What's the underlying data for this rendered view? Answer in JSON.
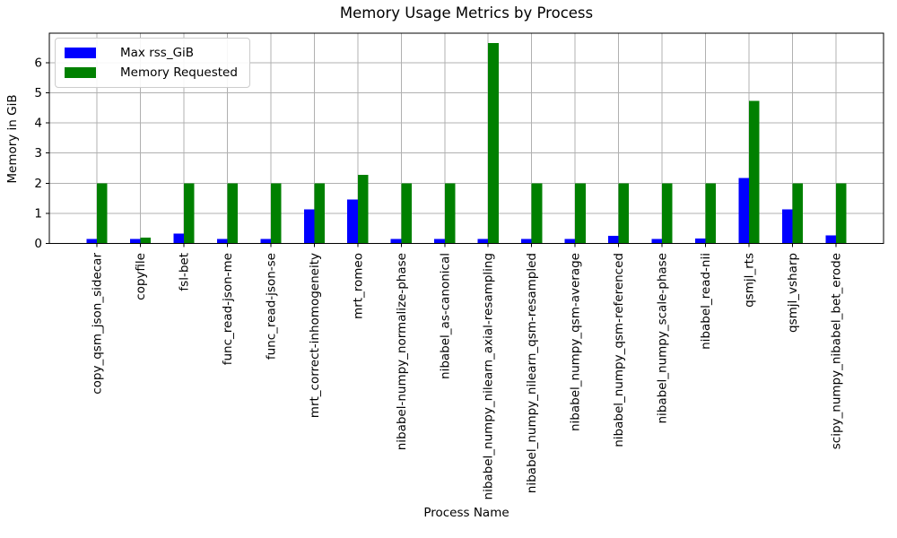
{
  "chart_data": {
    "type": "bar",
    "title": "Memory Usage Metrics by Process",
    "xlabel": "Process Name",
    "ylabel": "Memory in GiB",
    "ylim": [
      0,
      6.98
    ],
    "yticks": [
      0,
      1,
      2,
      3,
      4,
      5,
      6
    ],
    "grid": true,
    "legend_position": "upper left",
    "grid_color": "#b0b0b0",
    "spine_color": "#000000",
    "text_color": "#000000",
    "categories": [
      "copy_qsm_json_sidecar",
      "copyfile",
      "fsl-bet",
      "func_read-json-me",
      "func_read-json-se",
      "mrt_correct-inhomogeneity",
      "mrt_romeo",
      "nibabel-numpy_normalize-phase",
      "nibabel_as-canonical",
      "nibabel_numpy_nilearn_axial-resampling",
      "nibabel_numpy_nilearn_qsm-resampled",
      "nibabel_numpy_qsm-average",
      "nibabel_numpy_qsm-referenced",
      "nibabel_numpy_scale-phase",
      "nibabel_read-nii",
      "qsmjl_rts",
      "qsmjl_vsharp",
      "scipy_numpy_nibabel_bet_erode"
    ],
    "series": [
      {
        "name": "Max rss_GiB",
        "color": "#0000ff",
        "values": [
          0.15,
          0.15,
          0.32,
          0.15,
          0.15,
          1.13,
          1.46,
          0.15,
          0.15,
          0.15,
          0.15,
          0.15,
          0.26,
          0.15,
          0.16,
          2.18,
          1.13,
          0.27
        ]
      },
      {
        "name": "Memory Requested",
        "color": "#008000",
        "values": [
          2.0,
          0.2,
          2.0,
          2.0,
          2.0,
          2.0,
          2.28,
          2.0,
          2.0,
          6.65,
          2.0,
          2.0,
          2.0,
          2.0,
          2.0,
          4.74,
          2.0,
          2.0
        ]
      }
    ]
  }
}
